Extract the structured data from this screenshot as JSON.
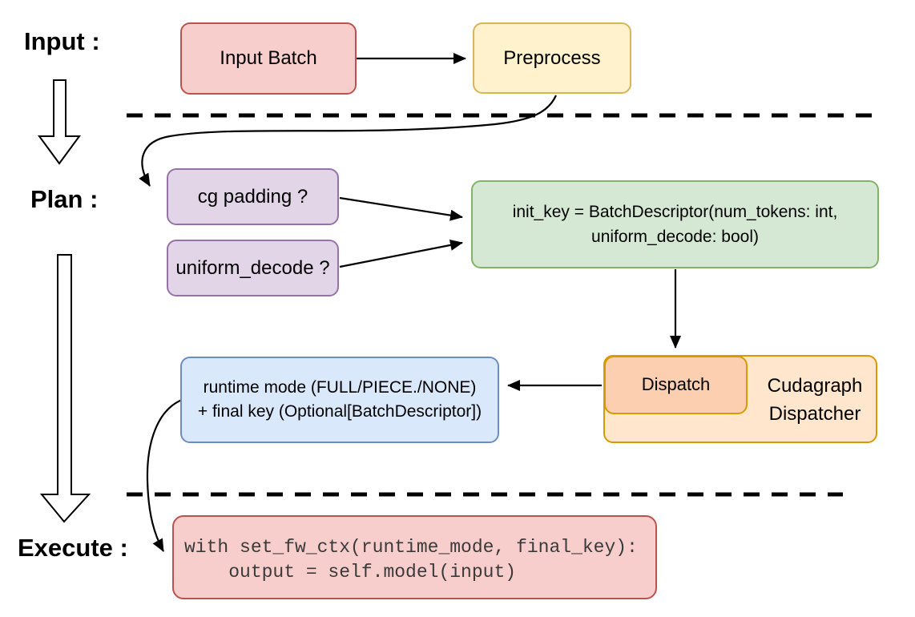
{
  "sections": {
    "input_label": "Input :",
    "plan_label": "Plan :",
    "execute_label": "Execute :"
  },
  "nodes": {
    "input_batch": "Input Batch",
    "preprocess": "Preprocess",
    "cg_padding": "cg padding ?",
    "uniform_decode": "uniform_decode ?",
    "init_key_line1": "init_key = BatchDescriptor(num_tokens: int,",
    "init_key_line2": "uniform_decode: bool)",
    "dispatch": "Dispatch",
    "cudagraph_line1": "Cudagraph",
    "cudagraph_line2": "Dispatcher",
    "runtime_line1": "runtime mode (FULL/PIECE./NONE)",
    "runtime_line2": "+ final key (Optional[BatchDescriptor])",
    "code_line1": "with set_fw_ctx(runtime_mode, final_key):",
    "code_line2": "    output = self.model(input)"
  },
  "colors": {
    "red_fill": "#f8cecc",
    "red_stroke": "#b85450",
    "yellow_fill": "#fff2cc",
    "yellow_stroke": "#d6b656",
    "purple_fill": "#e1d5e7",
    "purple_stroke": "#9673a6",
    "green_fill": "#d5e8d4",
    "green_stroke": "#82b366",
    "blue_fill": "#dae8fc",
    "blue_stroke": "#6c8ebf",
    "orange_fill": "#ffe6cc",
    "orange_stroke": "#d79b00",
    "orange_inner_fill": "#fbcfb0",
    "connector": "#000000",
    "code_text": "#3a3a3a"
  }
}
